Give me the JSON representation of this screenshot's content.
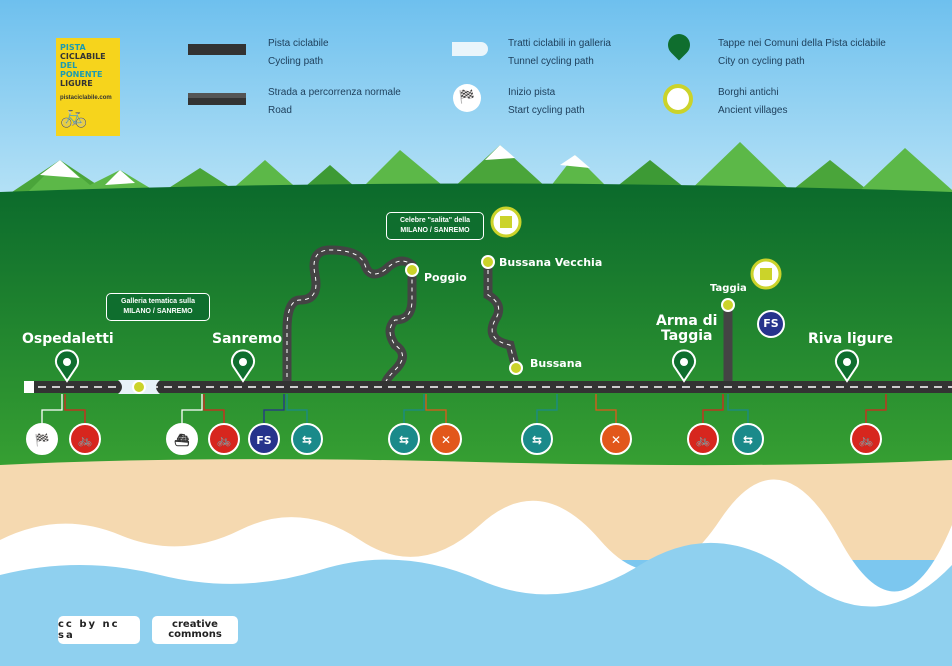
{
  "logo": {
    "line1": "PISTA",
    "line2": "CICLABILE",
    "line3": "DEL PONENTE",
    "line4": "LIGURE",
    "url": "pistaciclabile.com"
  },
  "legend": [
    {
      "it": "Pista ciclabile",
      "en": "Cycling path",
      "icon": "cycling-path-icon"
    },
    {
      "it": "Strada a percorrenza normale",
      "en": "Road",
      "icon": "road-icon"
    },
    {
      "it": "Tratti ciclabili in galleria",
      "en": "Tunnel cycling path",
      "icon": "tunnel-icon"
    },
    {
      "it": "Inizio pista",
      "en": "Start cycling path",
      "icon": "checkered-flag-icon"
    },
    {
      "it": "Tappe nei Comuni della Pista ciclabile",
      "en": "City on cycling path",
      "icon": "map-pin-icon"
    },
    {
      "it": "Borghi antichi",
      "en": "Ancient villages",
      "icon": "castle-icon"
    }
  ],
  "cities": {
    "ospedaletti": "Ospedaletti",
    "sanremo": "Sanremo",
    "poggio": "Poggio",
    "bussana_vecchia": "Bussana Vecchia",
    "bussana": "Bussana",
    "arma1": "Arma di",
    "arma2": "Taggia",
    "taggia": "Taggia",
    "riva": "Riva ligure"
  },
  "callouts": {
    "galleria": "Galleria tematica sulla MILANO / SANREMO",
    "salita": "Celebre \"salita\" della MILANO / SANREMO"
  },
  "services": [
    {
      "icon": "checkered-flag-icon",
      "color": "#ffffff"
    },
    {
      "icon": "bike-rental-icon",
      "color": "#d7261e"
    },
    {
      "icon": "boat-icon",
      "color": "#ffffff"
    },
    {
      "icon": "bike-rental-icon",
      "color": "#d7261e"
    },
    {
      "icon": "train-station-icon",
      "label": "FS",
      "color": "#26338c"
    },
    {
      "icon": "signpost-icon",
      "color": "#1a8a8a"
    },
    {
      "icon": "signpost-icon",
      "color": "#1a8a8a"
    },
    {
      "icon": "restaurant-icon",
      "color": "#e2571b"
    },
    {
      "icon": "signpost-icon",
      "color": "#1a8a8a"
    },
    {
      "icon": "restaurant-icon",
      "color": "#e2571b"
    },
    {
      "icon": "bike-rental-icon",
      "color": "#d7261e"
    },
    {
      "icon": "signpost-icon",
      "color": "#1a8a8a"
    },
    {
      "icon": "bike-rental-icon",
      "color": "#d7261e"
    }
  ],
  "taggia_fs": "FS",
  "footer": {
    "license": "cc by nc sa",
    "brand1": "creative",
    "brand2": "commons"
  }
}
